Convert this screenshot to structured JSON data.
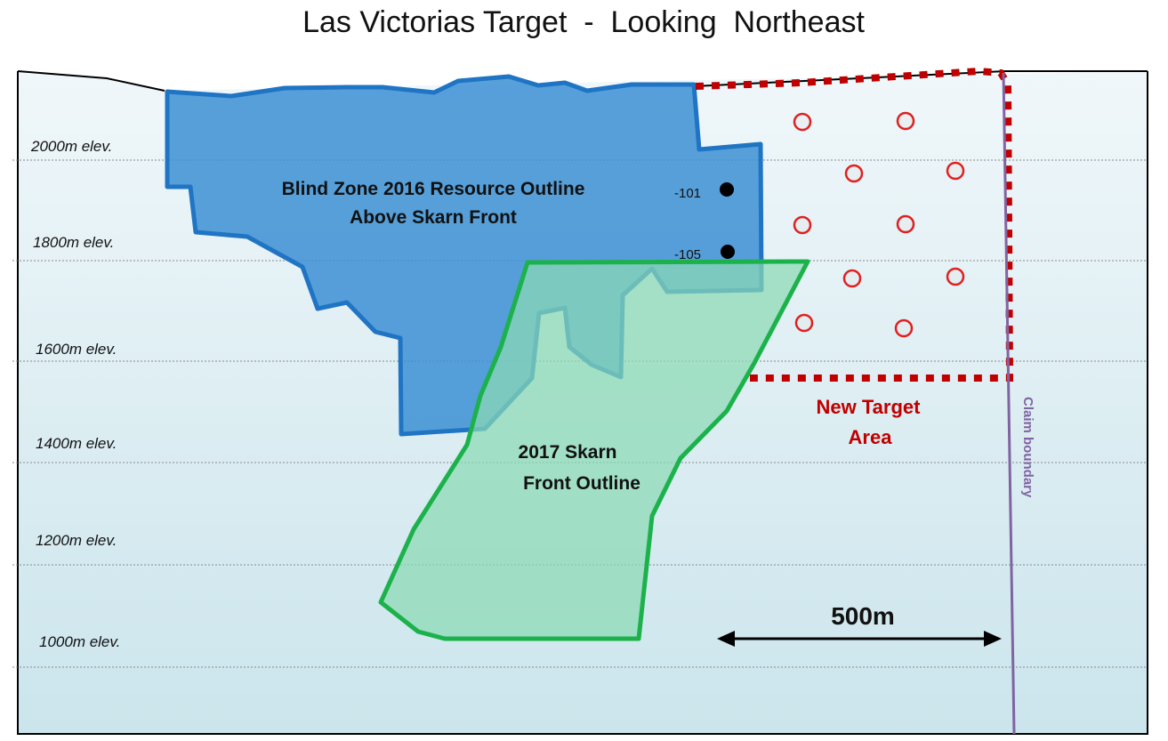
{
  "title": "Las Victorias Target  -  Looking  Northeast",
  "elevations": [
    "2000m elev.",
    "1800m elev.",
    "1600m elev.",
    "1400m elev.",
    "1200m elev.",
    "1000m elev."
  ],
  "blind_zone": {
    "line1": "Blind Zone 2016 Resource Outline",
    "line2": "Above Skarn Front",
    "fill": "#3c8fd4",
    "stroke": "#1f74c4"
  },
  "skarn_front": {
    "line1": "2017 Skarn",
    "line2": "Front Outline",
    "fill": "#8ad9b4",
    "stroke": "#1cb24b"
  },
  "new_target": {
    "line1": "New Target",
    "line2": "Area",
    "color": "#c00000"
  },
  "drill_holes": [
    "-101",
    "-105"
  ],
  "scale_bar": {
    "label": "500m"
  },
  "claim_boundary": {
    "label": "Claim boundary",
    "color": "#8064a2"
  }
}
